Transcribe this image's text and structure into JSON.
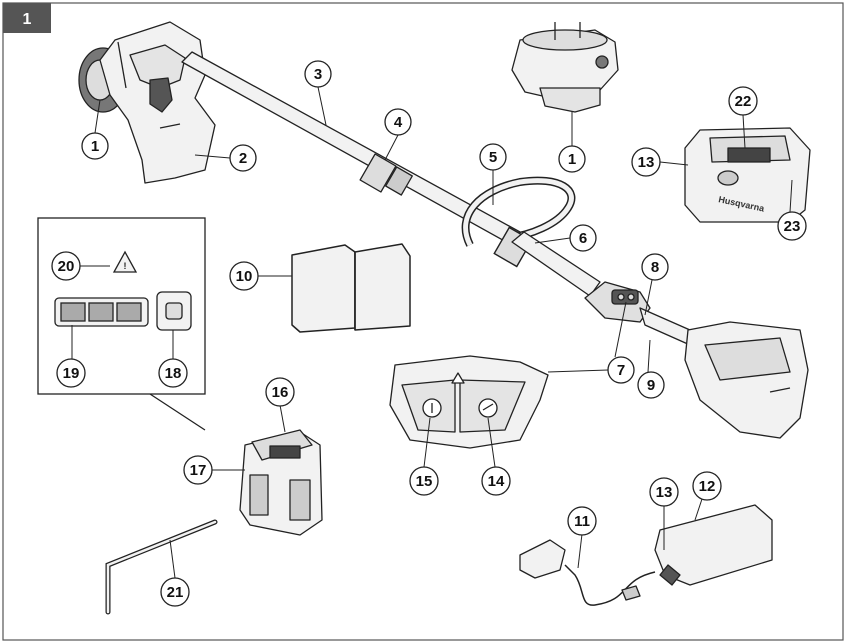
{
  "panel_number": "1",
  "brand_text": "Husqvarna",
  "colors": {
    "frame": "#555555",
    "panel_badge": "#555555",
    "line": "#222222",
    "part_fill": "#f2f2f2",
    "part_dark": "#888888"
  },
  "callouts": [
    {
      "id": "c1a",
      "number": "1"
    },
    {
      "id": "c2",
      "number": "2"
    },
    {
      "id": "c3",
      "number": "3"
    },
    {
      "id": "c4",
      "number": "4"
    },
    {
      "id": "c5",
      "number": "5"
    },
    {
      "id": "c1b",
      "number": "1"
    },
    {
      "id": "c6",
      "number": "6"
    },
    {
      "id": "c13a",
      "number": "13"
    },
    {
      "id": "c22",
      "number": "22"
    },
    {
      "id": "c23",
      "number": "23"
    },
    {
      "id": "c20",
      "number": "20"
    },
    {
      "id": "c10",
      "number": "10"
    },
    {
      "id": "c8",
      "number": "8"
    },
    {
      "id": "c7",
      "number": "7"
    },
    {
      "id": "c9",
      "number": "9"
    },
    {
      "id": "c19",
      "number": "19"
    },
    {
      "id": "c18",
      "number": "18"
    },
    {
      "id": "c16",
      "number": "16"
    },
    {
      "id": "c17",
      "number": "17"
    },
    {
      "id": "c15",
      "number": "15"
    },
    {
      "id": "c14",
      "number": "14"
    },
    {
      "id": "c13b",
      "number": "13"
    },
    {
      "id": "c12",
      "number": "12"
    },
    {
      "id": "c11",
      "number": "11"
    },
    {
      "id": "c21",
      "number": "21"
    }
  ]
}
